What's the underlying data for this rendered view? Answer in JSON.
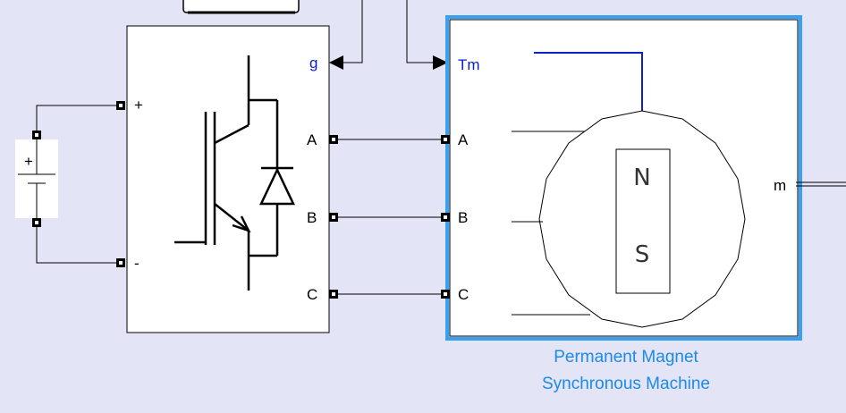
{
  "dc_source": {
    "plus_sign": "+"
  },
  "converter": {
    "port_plus": "+",
    "port_minus": "-",
    "port_g": "g",
    "port_a": "A",
    "port_b": "B",
    "port_c": "C"
  },
  "pmsm": {
    "port_tm": "Tm",
    "port_a": "A",
    "port_b": "B",
    "port_c": "C",
    "port_m": "m",
    "pole_n": "N",
    "pole_s": "S",
    "caption_line1": "Permanent Magnet",
    "caption_line2": "Synchronous Machine"
  },
  "colors": {
    "background": "#e4e4f7",
    "selection_border": "#3aa0f0",
    "signal_blue": "#0a20c8",
    "caption_blue": "#1b8ae6"
  }
}
